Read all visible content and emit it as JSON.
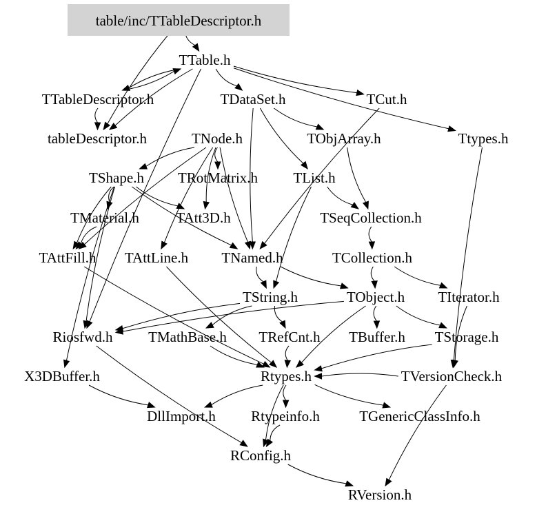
{
  "diagram": {
    "type": "include-dependency-graph",
    "root_fill": "#d3d3d3",
    "edge_color": "#000000",
    "nodes": [
      {
        "id": "root",
        "label": "table/inc/TTableDescriptor.h",
        "root": true
      },
      {
        "id": "ttable",
        "label": "TTable.h"
      },
      {
        "id": "ttabledesc",
        "label": "TTableDescriptor.h"
      },
      {
        "id": "tdataset",
        "label": "TDataSet.h"
      },
      {
        "id": "tcut",
        "label": "TCut.h"
      },
      {
        "id": "tabledesc",
        "label": "tableDescriptor.h"
      },
      {
        "id": "tnode",
        "label": "TNode.h"
      },
      {
        "id": "tobjarray",
        "label": "TObjArray.h"
      },
      {
        "id": "ttypes",
        "label": "Ttypes.h"
      },
      {
        "id": "tshape",
        "label": "TShape.h"
      },
      {
        "id": "trotmatrix",
        "label": "TRotMatrix.h"
      },
      {
        "id": "tlist",
        "label": "TList.h"
      },
      {
        "id": "tmaterial",
        "label": "TMaterial.h"
      },
      {
        "id": "tatt3d",
        "label": "TAtt3D.h"
      },
      {
        "id": "tseqcoll",
        "label": "TSeqCollection.h"
      },
      {
        "id": "tattfill",
        "label": "TAttFill.h"
      },
      {
        "id": "tattline",
        "label": "TAttLine.h"
      },
      {
        "id": "tnamed",
        "label": "TNamed.h"
      },
      {
        "id": "tcollection",
        "label": "TCollection.h"
      },
      {
        "id": "tstring",
        "label": "TString.h"
      },
      {
        "id": "tobject",
        "label": "TObject.h"
      },
      {
        "id": "titerator",
        "label": "TIterator.h"
      },
      {
        "id": "riosfwd",
        "label": "Riosfwd.h"
      },
      {
        "id": "tmathbase",
        "label": "TMathBase.h"
      },
      {
        "id": "trefcnt",
        "label": "TRefCnt.h"
      },
      {
        "id": "tbuffer",
        "label": "TBuffer.h"
      },
      {
        "id": "tstorage",
        "label": "TStorage.h"
      },
      {
        "id": "x3dbuffer",
        "label": "X3DBuffer.h"
      },
      {
        "id": "rtypes",
        "label": "Rtypes.h"
      },
      {
        "id": "tversioncheck",
        "label": "TVersionCheck.h"
      },
      {
        "id": "dllimport",
        "label": "DllImport.h"
      },
      {
        "id": "rtypeinfo",
        "label": "Rtypeinfo.h"
      },
      {
        "id": "tgenericclassinfo",
        "label": "TGenericClassInfo.h"
      },
      {
        "id": "rconfig",
        "label": "RConfig.h"
      },
      {
        "id": "rversion",
        "label": "RVersion.h"
      }
    ],
    "edges": [
      [
        "root",
        "ttable"
      ],
      [
        "root",
        "tabledesc"
      ],
      [
        "ttable",
        "ttabledesc"
      ],
      [
        "ttabledesc",
        "ttable"
      ],
      [
        "ttable",
        "tdataset"
      ],
      [
        "ttable",
        "tcut"
      ],
      [
        "ttable",
        "ttypes"
      ],
      [
        "ttable",
        "tabledesc"
      ],
      [
        "ttabledesc",
        "tabledesc"
      ],
      [
        "tdataset",
        "tobjarray"
      ],
      [
        "tdataset",
        "tlist"
      ],
      [
        "tdataset",
        "tnamed"
      ],
      [
        "ttable",
        "riosfwd"
      ],
      [
        "tcut",
        "tnamed"
      ],
      [
        "tnode",
        "trotmatrix"
      ],
      [
        "tnode",
        "tshape"
      ],
      [
        "tnode",
        "tatt3d"
      ],
      [
        "tnode",
        "tattline"
      ],
      [
        "tnode",
        "tnamed"
      ],
      [
        "tnode",
        "tattfill"
      ],
      [
        "tobjarray",
        "tseqcoll"
      ],
      [
        "tlist",
        "tseqcoll"
      ],
      [
        "tlist",
        "tstring"
      ],
      [
        "ttypes",
        "tversioncheck"
      ],
      [
        "tshape",
        "tmaterial"
      ],
      [
        "tshape",
        "tatt3d"
      ],
      [
        "tshape",
        "tnamed"
      ],
      [
        "tshape",
        "tattfill"
      ],
      [
        "tshape",
        "x3dbuffer"
      ],
      [
        "tshape",
        "riosfwd"
      ],
      [
        "tmaterial",
        "tattfill"
      ],
      [
        "tseqcoll",
        "tcollection"
      ],
      [
        "tattfill",
        "rtypes"
      ],
      [
        "tattline",
        "rtypes"
      ],
      [
        "tnamed",
        "tobject"
      ],
      [
        "tnamed",
        "tstring"
      ],
      [
        "tcollection",
        "tobject"
      ],
      [
        "tcollection",
        "titerator"
      ],
      [
        "tstring",
        "tmathbase"
      ],
      [
        "tstring",
        "riosfwd"
      ],
      [
        "tstring",
        "trefcnt"
      ],
      [
        "tobject",
        "riosfwd"
      ],
      [
        "tobject",
        "tbuffer"
      ],
      [
        "tobject",
        "tstorage"
      ],
      [
        "tobject",
        "rtypes"
      ],
      [
        "titerator",
        "tversioncheck"
      ],
      [
        "riosfwd",
        "rconfig"
      ],
      [
        "tmathbase",
        "rtypes"
      ],
      [
        "trefcnt",
        "rtypes"
      ],
      [
        "tstorage",
        "rtypes"
      ],
      [
        "tversioncheck",
        "rtypes"
      ],
      [
        "x3dbuffer",
        "dllimport"
      ],
      [
        "rtypes",
        "dllimport"
      ],
      [
        "rtypes",
        "rtypeinfo"
      ],
      [
        "rtypes",
        "tgenericclassinfo"
      ],
      [
        "rtypes",
        "rconfig"
      ],
      [
        "rtypeinfo",
        "rconfig"
      ],
      [
        "rconfig",
        "rversion"
      ],
      [
        "tversioncheck",
        "rversion"
      ]
    ]
  }
}
